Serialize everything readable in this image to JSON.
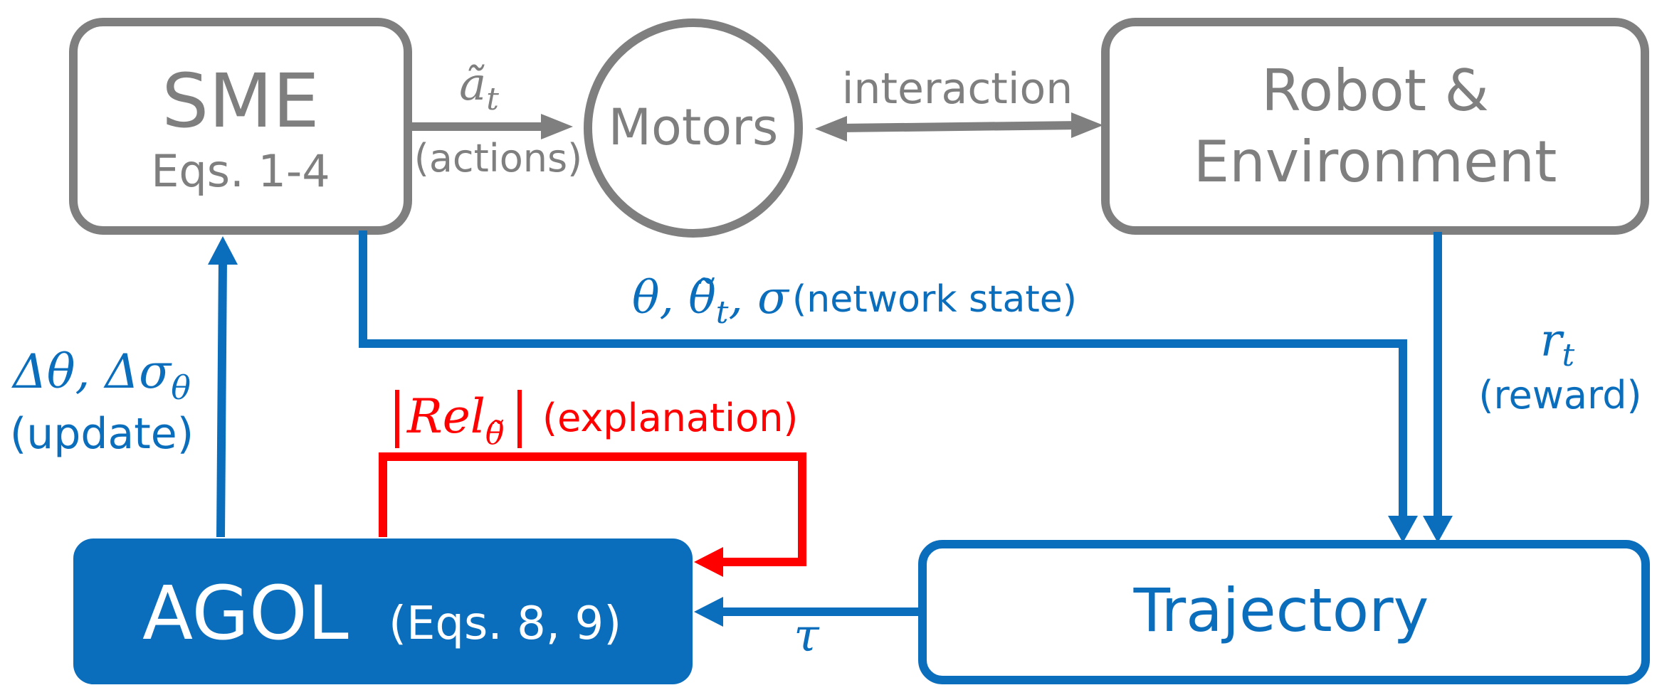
{
  "colors": {
    "gray": "#7f7f7f",
    "blue": "#0a6ebd",
    "red": "#ff0000",
    "white": "#ffffff"
  },
  "nodes": {
    "sme": {
      "title": "SME",
      "subtitle": "Eqs. 1-4"
    },
    "motors": {
      "title": "Motors"
    },
    "robot": {
      "line1": "Robot &",
      "line2": "Environment"
    },
    "agol": {
      "title": "AGOL",
      "subtitle": "(Eqs. 8, 9)"
    },
    "trajectory": {
      "title": "Trajectory"
    }
  },
  "edges": {
    "actions": {
      "symbol": "ã",
      "subscript": "t",
      "label": "(actions)"
    },
    "interaction": {
      "label": "interaction"
    },
    "network_state": {
      "symbols": "θ, θ̃",
      "subscript": "t",
      "symbol_tail": ", σ",
      "label": "(network state)"
    },
    "reward": {
      "symbol": "r",
      "subscript": "t",
      "label": "(reward)"
    },
    "update": {
      "symbol": "Δθ, Δσ",
      "subscript": "θ",
      "label": "(update)"
    },
    "explanation": {
      "symbol_main": "Rel",
      "symbol_prefix": "R",
      "subscript": "θ̃",
      "label": "(explanation)"
    },
    "tau": {
      "symbol": "τ"
    }
  }
}
